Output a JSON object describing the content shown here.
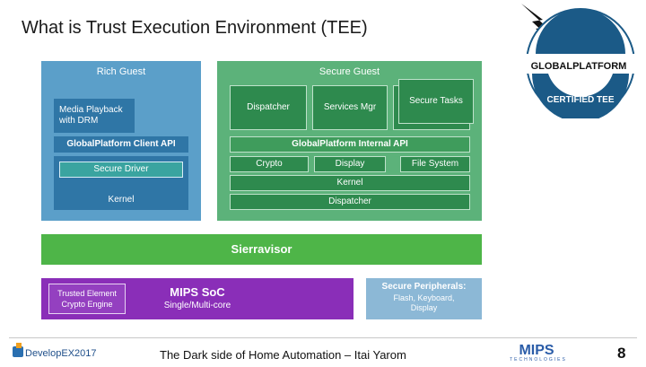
{
  "slide": {
    "title": "What is Trust Execution Environment (TEE)",
    "footer_text": "The Dark side of Home Automation – Itai Yarom",
    "page_number": "8"
  },
  "diagram": {
    "rich_guest": {
      "label": "Rich Guest",
      "media_playback": "Media Playback\nwith DRM",
      "client_api": "GlobalPlatform Client API",
      "secure_driver": "Secure Driver",
      "kernel": "Kernel"
    },
    "secure_guest": {
      "label": "Secure Guest",
      "dispatcher_top": "Dispatcher",
      "services_mgr": "Services Mgr",
      "secure_tasks": "Secure Tasks",
      "internal_api": "GlobalPlatform Internal API",
      "crypto": "Crypto",
      "display": "Display",
      "file_system": "File System",
      "kernel": "Kernel",
      "dispatcher_bottom": "Dispatcher"
    },
    "sierravisor": "Sierravisor",
    "soc": {
      "trusted_element": "Trusted Element\nCrypto Engine",
      "title": "MIPS SoC",
      "subtitle": "Single/Multi-core"
    },
    "peripherals": {
      "title": "Secure Peripherals:",
      "detail": "Flash, Keyboard,\nDisplay"
    }
  },
  "logos": {
    "globalplatform": "GLOBALPLATFORM",
    "certified_tee": "CERTIFIED TEE",
    "developex": "DevelopEX2017",
    "mips": "MIPS",
    "mips_sub": "TECHNOLOGIES"
  },
  "colors": {
    "rich_blue": "#5b9fc9",
    "rich_dark": "#2f76a6",
    "secure_green": "#5cb27a",
    "secure_dark": "#2e8a4e",
    "sierravisor": "#4eb548",
    "soc_purple": "#8a2eb8",
    "peripheral_blue": "#8cb8d6"
  }
}
